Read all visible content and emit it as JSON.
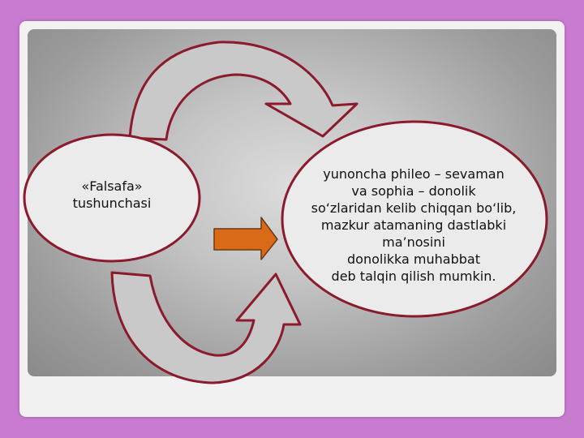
{
  "slide": {
    "left_ellipse": {
      "lines": [
        "«Falsafa»",
        "tushunchasi"
      ]
    },
    "right_ellipse": {
      "lines": [
        "yunoncha phileo – sevaman",
        "va sophia  – donolik",
        "so‘zlaridan kelib chiqqan bo‘lib,",
        "mazkur atamaning dastlabki",
        "ma’nosini",
        "donolikka muhabbat",
        "deb talqin qilish mumkin."
      ]
    },
    "page_number": "5"
  },
  "colors": {
    "background": "#c97bd2",
    "ellipse_outline": "#8b1a2b",
    "ellipse_fill": "#ebebeb",
    "curved_arrow_fill": "#c9c9c9",
    "straight_arrow_fill": "#d86a18"
  }
}
